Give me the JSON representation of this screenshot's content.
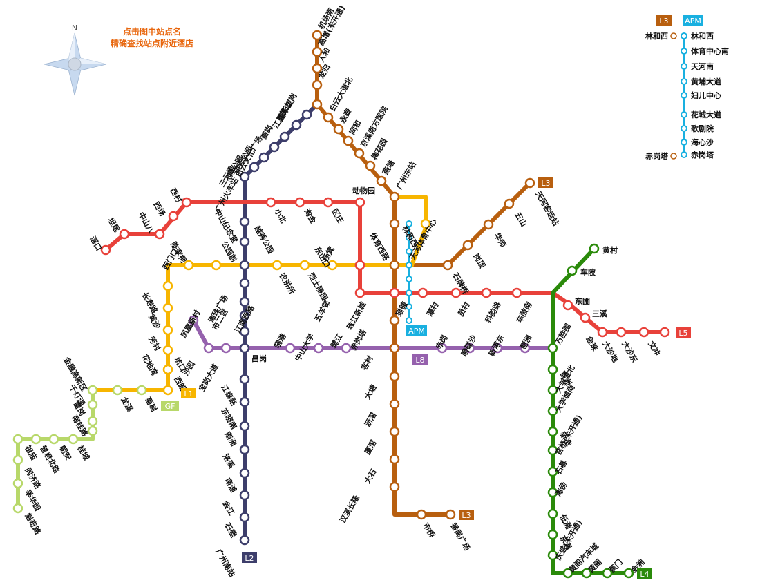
{
  "hint": {
    "line1": "点击图中站点名",
    "line2": "精确查找站点附近酒店"
  },
  "compass": {
    "north": "N",
    "icon": "compass-rose-icon"
  },
  "legend_tags": {
    "l3": {
      "label": "L3",
      "color": "#b85f0f"
    },
    "apm": {
      "label": "APM",
      "color": "#19b0e0"
    }
  },
  "lines": {
    "L1": {
      "label": "L1",
      "color": "#f7b500"
    },
    "L2": {
      "label": "L2",
      "color": "#3d3e6b"
    },
    "L3": {
      "label": "L3",
      "color": "#b85f0f"
    },
    "L4": {
      "label": "L4",
      "color": "#2a8a0a"
    },
    "L5": {
      "label": "L5",
      "color": "#e8413a"
    },
    "L8": {
      "label": "L8",
      "color": "#9561ad"
    },
    "GF": {
      "label": "GF",
      "color": "#b8d86a"
    },
    "APM": {
      "label": "APM",
      "color": "#19b0e0"
    }
  },
  "stations": {
    "jichangnan": "机场南",
    "gaozeng": "高增(未开通)",
    "renhe": "人和",
    "longgui": "龙归",
    "jiahewanggang": "嘉禾望岗",
    "huangbian": "黄边",
    "jiangxia": "江夏",
    "xiaogang": "萧岗",
    "baiyunwenhua": "白云文化广场",
    "baiyungongyuan": "白云公园",
    "feixiang": "飞翔公园",
    "sanyuanli": "三元里",
    "guangzhouhuochezhan": "广州火车站",
    "baiyundadaobei": "白云大道北",
    "yongtai": "永泰",
    "tonghe": "同和",
    "jingxi": "京溪南方医院",
    "meihuayuan": "梅花园",
    "yantang": "燕塘",
    "guangzhoudongzhan": "广州东站",
    "xichang": "西场",
    "xicun": "西村",
    "zhongshanba": "中山八",
    "tanwei": "坦尾",
    "jiaokou": "滘口",
    "xiaobei": "小北",
    "taojin": "淘金",
    "quzhuang": "区庄",
    "dongwuyuan": "动物园",
    "zhongshanjinian": "中山纪念堂",
    "yuexiu": "越秀公园",
    "gongyuanqian": "公园前",
    "chenjiaci": "陈家祠",
    "ximenkou": "西门口",
    "nongjiangsuo": "农讲所",
    "lieshi": "烈士陵园",
    "dongshankou": "东山口",
    "yangji": "杨箕",
    "tiyuxilu": "体育西路",
    "tianhetiyu": "天河体育中心",
    "linhexi": "林和西",
    "shipaiqiao": "石牌桥",
    "gangding": "岗顶",
    "huashi": "华师",
    "wushan": "五山",
    "tianhekeyun": "天河客运站",
    "changshoulu": "长寿路",
    "huangsha": "黄沙",
    "fangcun": "芳村",
    "huadiwan": "花地湾",
    "kengkou": "坑口",
    "xilang": "西朗",
    "wuyangcun": "五羊邨",
    "zhujiangxincheng": "珠江新城",
    "liede": "猎德",
    "tancun": "潭村",
    "yuancun": "员村",
    "kehanlu": "科韵路",
    "chebeinan": "车陂南",
    "dongpu": "东圃",
    "sanxi": "三溪",
    "yuzhu": "鱼珠",
    "dashadi": "大沙地",
    "dashadong": "大沙东",
    "wenchong": "文冲",
    "fenghuangxincun": "凤凰新村",
    "haizhuguangchang": "海珠广场",
    "shiergong": "市二宫",
    "jiangnanxilu": "江南西路",
    "shayuan": "沙园",
    "baogangdadao": "宝岗大道",
    "changgang": "昌岗",
    "xiaogang8": "晓港",
    "zhongshandaxue": "中山大学",
    "lujiang": "鹭江",
    "chigangta": "赤岗塔",
    "chigang": "赤岗",
    "modiesha": "磨碟沙",
    "xingangdong": "新港东",
    "pazhou": "琶洲",
    "wanshengwei": "万胜围",
    "jiangtailu": "江泰路",
    "dongxiaonan": "东晓南",
    "nanzhou": "南洲",
    "luoxi": "洛溪",
    "nanpu": "南浦",
    "huijiang": "会江",
    "shibi": "石壁",
    "guangzhounanzhan": "广州南站",
    "kecun": "客村",
    "datang": "大塘",
    "lijiao": "沥滘",
    "xiajiao": "厦滘",
    "dashi": "大石",
    "hanxi": "汉溪长隆",
    "shiqiao": "市桥",
    "panyuguangchang": "番禺广场",
    "huangcun": "黄村",
    "chepo": "车陂",
    "guanzhou": "官洲",
    "daxuechengbei": "大学城北",
    "daxuechengnan": "大学城南",
    "xinzao": "新造",
    "guangang": "官桥(未开通)",
    "shibei": "石碁",
    "haibang": "海傍",
    "dinggyong": "低涌",
    "dongchong": "东涌",
    "qingsheng": "庆盛(未开通)",
    "huangge_qiche": "黄阁汽车城",
    "huangge": "黄阁",
    "jiaomen": "蕉门",
    "jinzhou": "金洲",
    "longxi": "龙溪",
    "jushu": "菊树",
    "jinrong": "金融高新区",
    "qiandeng": "千灯湖",
    "leigang": "雷岗",
    "nanguilu": "南桂路",
    "guicheng": "桂城",
    "chaoan": "朝安",
    "puijunbeilu": "普君北路",
    "zumiao": "祖庙",
    "tongjilu": "同济路",
    "jihuayuan": "季华园",
    "kuiqilu": "魁奇路",
    "apm_linhexi": "林和西",
    "apm_tiyuzhongxinnan": "体育中心南",
    "apm_tianhenan": "天河南",
    "apm_huangpu": "黄埔大道",
    "apm_fuer": "妇儿中心",
    "apm_huacheng": "花城大道",
    "apm_gejuyuan": "歌剧院",
    "apm_haixinsha": "海心沙",
    "apm_chigangta": "赤岗塔",
    "leg_linhexi": "林和西",
    "leg_chigangta": "赤岗塔"
  }
}
